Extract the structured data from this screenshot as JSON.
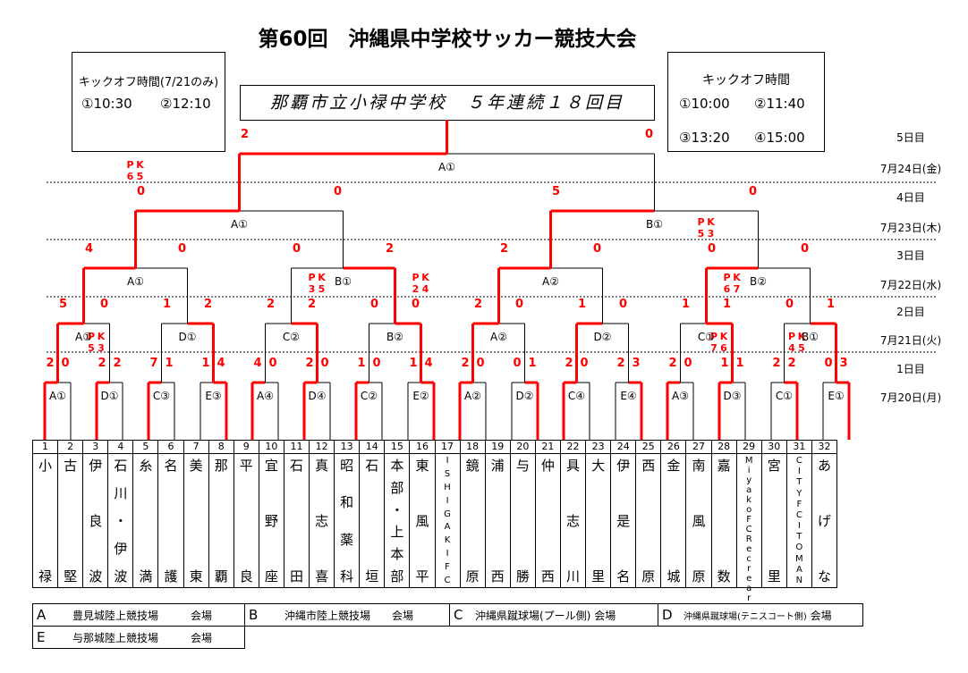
{
  "title": "第60回　沖縄県中学校サッカー競技大会",
  "kickoff_left": {
    "title": "キックオフ時間(7/21のみ)",
    "times": [
      "①10:30",
      "②12:10"
    ]
  },
  "kickoff_right": {
    "title": "キックオフ時間",
    "times": [
      "①10:00",
      "②11:40",
      "③13:20",
      "④15:00"
    ]
  },
  "winner_banner": "那覇市立小禄中学校　５年連続１８回目",
  "rounds": [
    {
      "day": "5日目"
    },
    {
      "date": "7月24日(金)"
    },
    {
      "day": "4日目"
    },
    {
      "date": "7月23日(木)"
    },
    {
      "day": "3日目"
    },
    {
      "date": "7月22日(水)"
    },
    {
      "day": "2日目"
    },
    {
      "date": "7月21日(火)"
    },
    {
      "day": "1日目"
    },
    {
      "date": "7月20日(月)"
    }
  ],
  "teams": [
    {
      "num": "1",
      "name": [
        "小",
        "禄"
      ]
    },
    {
      "num": "2",
      "name": [
        "古",
        "堅"
      ]
    },
    {
      "num": "3",
      "name": [
        "伊",
        "良",
        "波"
      ]
    },
    {
      "num": "4",
      "name": [
        "石",
        "川",
        "・",
        "伊",
        "波"
      ]
    },
    {
      "num": "5",
      "name": [
        "糸",
        "満"
      ]
    },
    {
      "num": "6",
      "name": [
        "名",
        "護"
      ]
    },
    {
      "num": "7",
      "name": [
        "美",
        "東"
      ]
    },
    {
      "num": "8",
      "name": [
        "那",
        "覇"
      ]
    },
    {
      "num": "9",
      "name": [
        "平",
        "良"
      ]
    },
    {
      "num": "10",
      "name": [
        "宜",
        "野",
        "座"
      ]
    },
    {
      "num": "11",
      "name": [
        "石",
        "田"
      ]
    },
    {
      "num": "12",
      "name": [
        "真",
        "志",
        "喜"
      ]
    },
    {
      "num": "13",
      "name": [
        "昭",
        "和",
        "薬",
        "科"
      ]
    },
    {
      "num": "14",
      "name": [
        "石",
        "垣"
      ]
    },
    {
      "num": "15",
      "name": [
        "本",
        "部",
        "・",
        "上",
        "本",
        "部"
      ]
    },
    {
      "num": "16",
      "name": [
        "東",
        "風",
        "平"
      ]
    },
    {
      "num": "17",
      "name": [
        "I",
        "S",
        "H",
        "I",
        "G",
        "A",
        "K",
        "I",
        "F",
        "C"
      ],
      "small": true
    },
    {
      "num": "18",
      "name": [
        "鏡",
        "原"
      ]
    },
    {
      "num": "19",
      "name": [
        "浦",
        "西"
      ]
    },
    {
      "num": "20",
      "name": [
        "与",
        "勝"
      ]
    },
    {
      "num": "21",
      "name": [
        "仲",
        "西"
      ]
    },
    {
      "num": "22",
      "name": [
        "具",
        "志",
        "川"
      ]
    },
    {
      "num": "23",
      "name": [
        "大",
        "里"
      ]
    },
    {
      "num": "24",
      "name": [
        "伊",
        "是",
        "名"
      ]
    },
    {
      "num": "25",
      "name": [
        "西",
        "原"
      ]
    },
    {
      "num": "26",
      "name": [
        "金",
        "城"
      ]
    },
    {
      "num": "27",
      "name": [
        "南",
        "風",
        "原"
      ]
    },
    {
      "num": "28",
      "name": [
        "嘉",
        "数"
      ]
    },
    {
      "num": "29",
      "name": [
        "M",
        "i",
        "y",
        "a",
        "k",
        "o",
        "F",
        "C",
        "R",
        "e",
        "c",
        "r",
        "e",
        "a",
        "r"
      ],
      "small": true
    },
    {
      "num": "30",
      "name": [
        "宮",
        "里"
      ]
    },
    {
      "num": "31",
      "name": [
        "C",
        "I",
        "T",
        "Y",
        "F",
        "C",
        "I",
        "T",
        "O",
        "M",
        "A",
        "N"
      ],
      "small": true
    },
    {
      "num": "32",
      "name": [
        "あ",
        "げ",
        "な"
      ]
    }
  ],
  "legend": [
    {
      "letter": "A",
      "venue": "豊見城陸上競技場",
      "suffix": "会場"
    },
    {
      "letter": "B",
      "venue": "沖縄市陸上競技場",
      "suffix": "会場"
    },
    {
      "letter": "C",
      "venue": "沖縄県蹴球場(プール側)",
      "suffix": "会場"
    },
    {
      "letter": "D",
      "venue": "沖縄県蹴球場(テニスコート側)",
      "suffix": "会場"
    },
    {
      "letter": "E",
      "venue": "与那城陸上競技場",
      "suffix": "会場"
    }
  ],
  "bracket": {
    "r1": [
      {
        "venue": "A①",
        "scores": [
          "2",
          "0"
        ]
      },
      {
        "venue": "D①",
        "scores": [
          "2",
          "2"
        ],
        "pk": [
          "5",
          "3"
        ]
      },
      {
        "venue": "C③",
        "scores": [
          "7",
          "1"
        ]
      },
      {
        "venue": "E③",
        "scores": [
          "1",
          "4"
        ]
      },
      {
        "venue": "A④",
        "scores": [
          "4",
          "0"
        ]
      },
      {
        "venue": "D④",
        "scores": [
          "2",
          "0"
        ]
      },
      {
        "venue": "C②",
        "scores": [
          "1",
          "0"
        ]
      },
      {
        "venue": "E②",
        "scores": [
          "1",
          "4"
        ]
      },
      {
        "venue": "A②",
        "scores": [
          "2",
          "0"
        ]
      },
      {
        "venue": "D②",
        "scores": [
          "0",
          "1"
        ]
      },
      {
        "venue": "C④",
        "scores": [
          "2",
          "0"
        ]
      },
      {
        "venue": "E④",
        "scores": [
          "2",
          "3"
        ]
      },
      {
        "venue": "A③",
        "scores": [
          "2",
          "0"
        ]
      },
      {
        "venue": "D③",
        "scores": [
          "1",
          "1"
        ],
        "pk": [
          "7",
          "6"
        ]
      },
      {
        "venue": "C①",
        "scores": [
          "2",
          "2"
        ],
        "pk": [
          "4",
          "5"
        ]
      },
      {
        "venue": "E①",
        "scores": [
          "0",
          "3"
        ]
      }
    ],
    "r2": [
      {
        "venue": "A①",
        "scores": [
          "5",
          "0"
        ]
      },
      {
        "venue": "D①",
        "scores": [
          "1",
          "2"
        ]
      },
      {
        "venue": "C②",
        "scores": [
          "2",
          "2"
        ],
        "pk": [
          "3",
          "5"
        ]
      },
      {
        "venue": "B②",
        "scores": [
          "0",
          "0"
        ],
        "pk": [
          "2",
          "4"
        ]
      },
      {
        "venue": "A②",
        "scores": [
          "2",
          "0"
        ]
      },
      {
        "venue": "D②",
        "scores": [
          "1",
          "0"
        ]
      },
      {
        "venue": "C①",
        "scores": [
          "1",
          "1"
        ],
        "pk": [
          "6",
          "7"
        ]
      },
      {
        "venue": "B①",
        "scores": [
          "0",
          "1"
        ]
      }
    ],
    "r3": [
      {
        "venue": "A①",
        "scores": [
          "4",
          "0"
        ]
      },
      {
        "venue": "B①",
        "scores": [
          "0",
          "2"
        ]
      },
      {
        "venue": "A②",
        "scores": [
          "2",
          "0"
        ]
      },
      {
        "venue": "B②",
        "scores": [
          "0",
          "0"
        ],
        "pk": [
          "5",
          "3"
        ]
      }
    ],
    "r4": [
      {
        "venue": "A①",
        "scores": [
          "0",
          "0"
        ],
        "pk": [
          "6",
          "5"
        ]
      },
      {
        "venue": "B①",
        "scores": [
          "5",
          "0"
        ]
      }
    ],
    "r5": [
      {
        "venue": "A①",
        "scores": [
          "2",
          "0"
        ]
      }
    ]
  },
  "colors": {
    "winner_line": "#ff0000",
    "line": "#000000",
    "score": "#ff0000"
  }
}
